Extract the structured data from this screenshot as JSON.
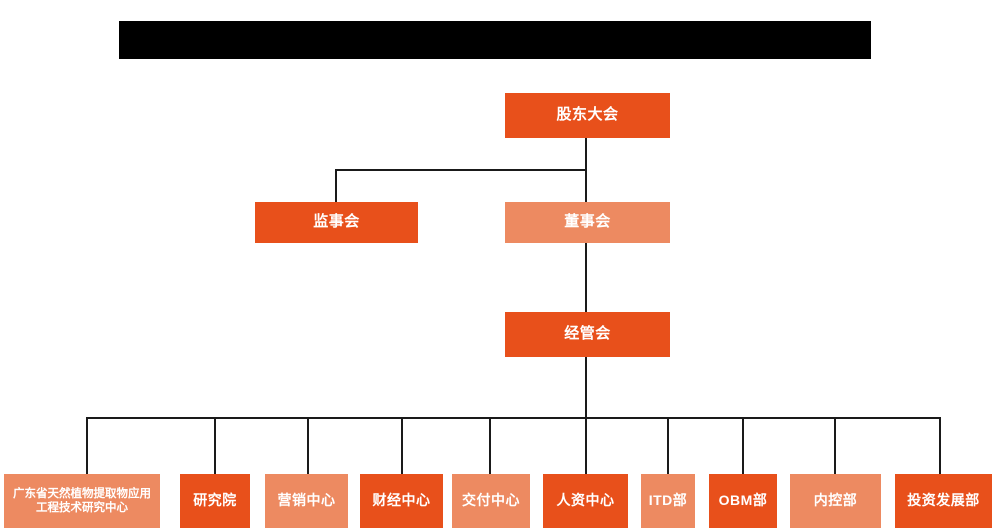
{
  "chart": {
    "type": "org-chart",
    "title_bar": {
      "label": "redacted-title-bar",
      "redacted": true,
      "color": "#000000"
    },
    "colors": {
      "dark_orange": "#E8501B",
      "light_orange": "#ED8A61",
      "connector": "#1a1a1a",
      "background": "#ffffff",
      "text": "#ffffff"
    },
    "levels": [
      {
        "level": 1,
        "nodes": [
          {
            "id": "shareholders",
            "label": "股东大会",
            "tone": "dark"
          }
        ]
      },
      {
        "level": 2,
        "nodes": [
          {
            "id": "supervisors",
            "label": "监事会",
            "tone": "dark"
          },
          {
            "id": "directors",
            "label": "董事会",
            "tone": "light"
          }
        ]
      },
      {
        "level": 3,
        "nodes": [
          {
            "id": "management",
            "label": "经管会",
            "tone": "dark"
          }
        ]
      },
      {
        "level": 4,
        "nodes": [
          {
            "id": "engineering-center",
            "label": "广东省天然植物提取物应用工程技术研究中心",
            "tone": "light"
          },
          {
            "id": "research-institute",
            "label": "研究院",
            "tone": "dark"
          },
          {
            "id": "marketing-center",
            "label": "营销中心",
            "tone": "light"
          },
          {
            "id": "finance-center",
            "label": "财经中心",
            "tone": "dark"
          },
          {
            "id": "delivery-center",
            "label": "交付中心",
            "tone": "light"
          },
          {
            "id": "hr-center",
            "label": "人资中心",
            "tone": "dark"
          },
          {
            "id": "itd-department",
            "label": "ITD部",
            "tone": "light"
          },
          {
            "id": "obm-department",
            "label": "OBM部",
            "tone": "dark"
          },
          {
            "id": "internal-control-department",
            "label": "内控部",
            "tone": "light"
          },
          {
            "id": "investment-development-department",
            "label": "投资发展部",
            "tone": "dark"
          }
        ]
      }
    ]
  }
}
